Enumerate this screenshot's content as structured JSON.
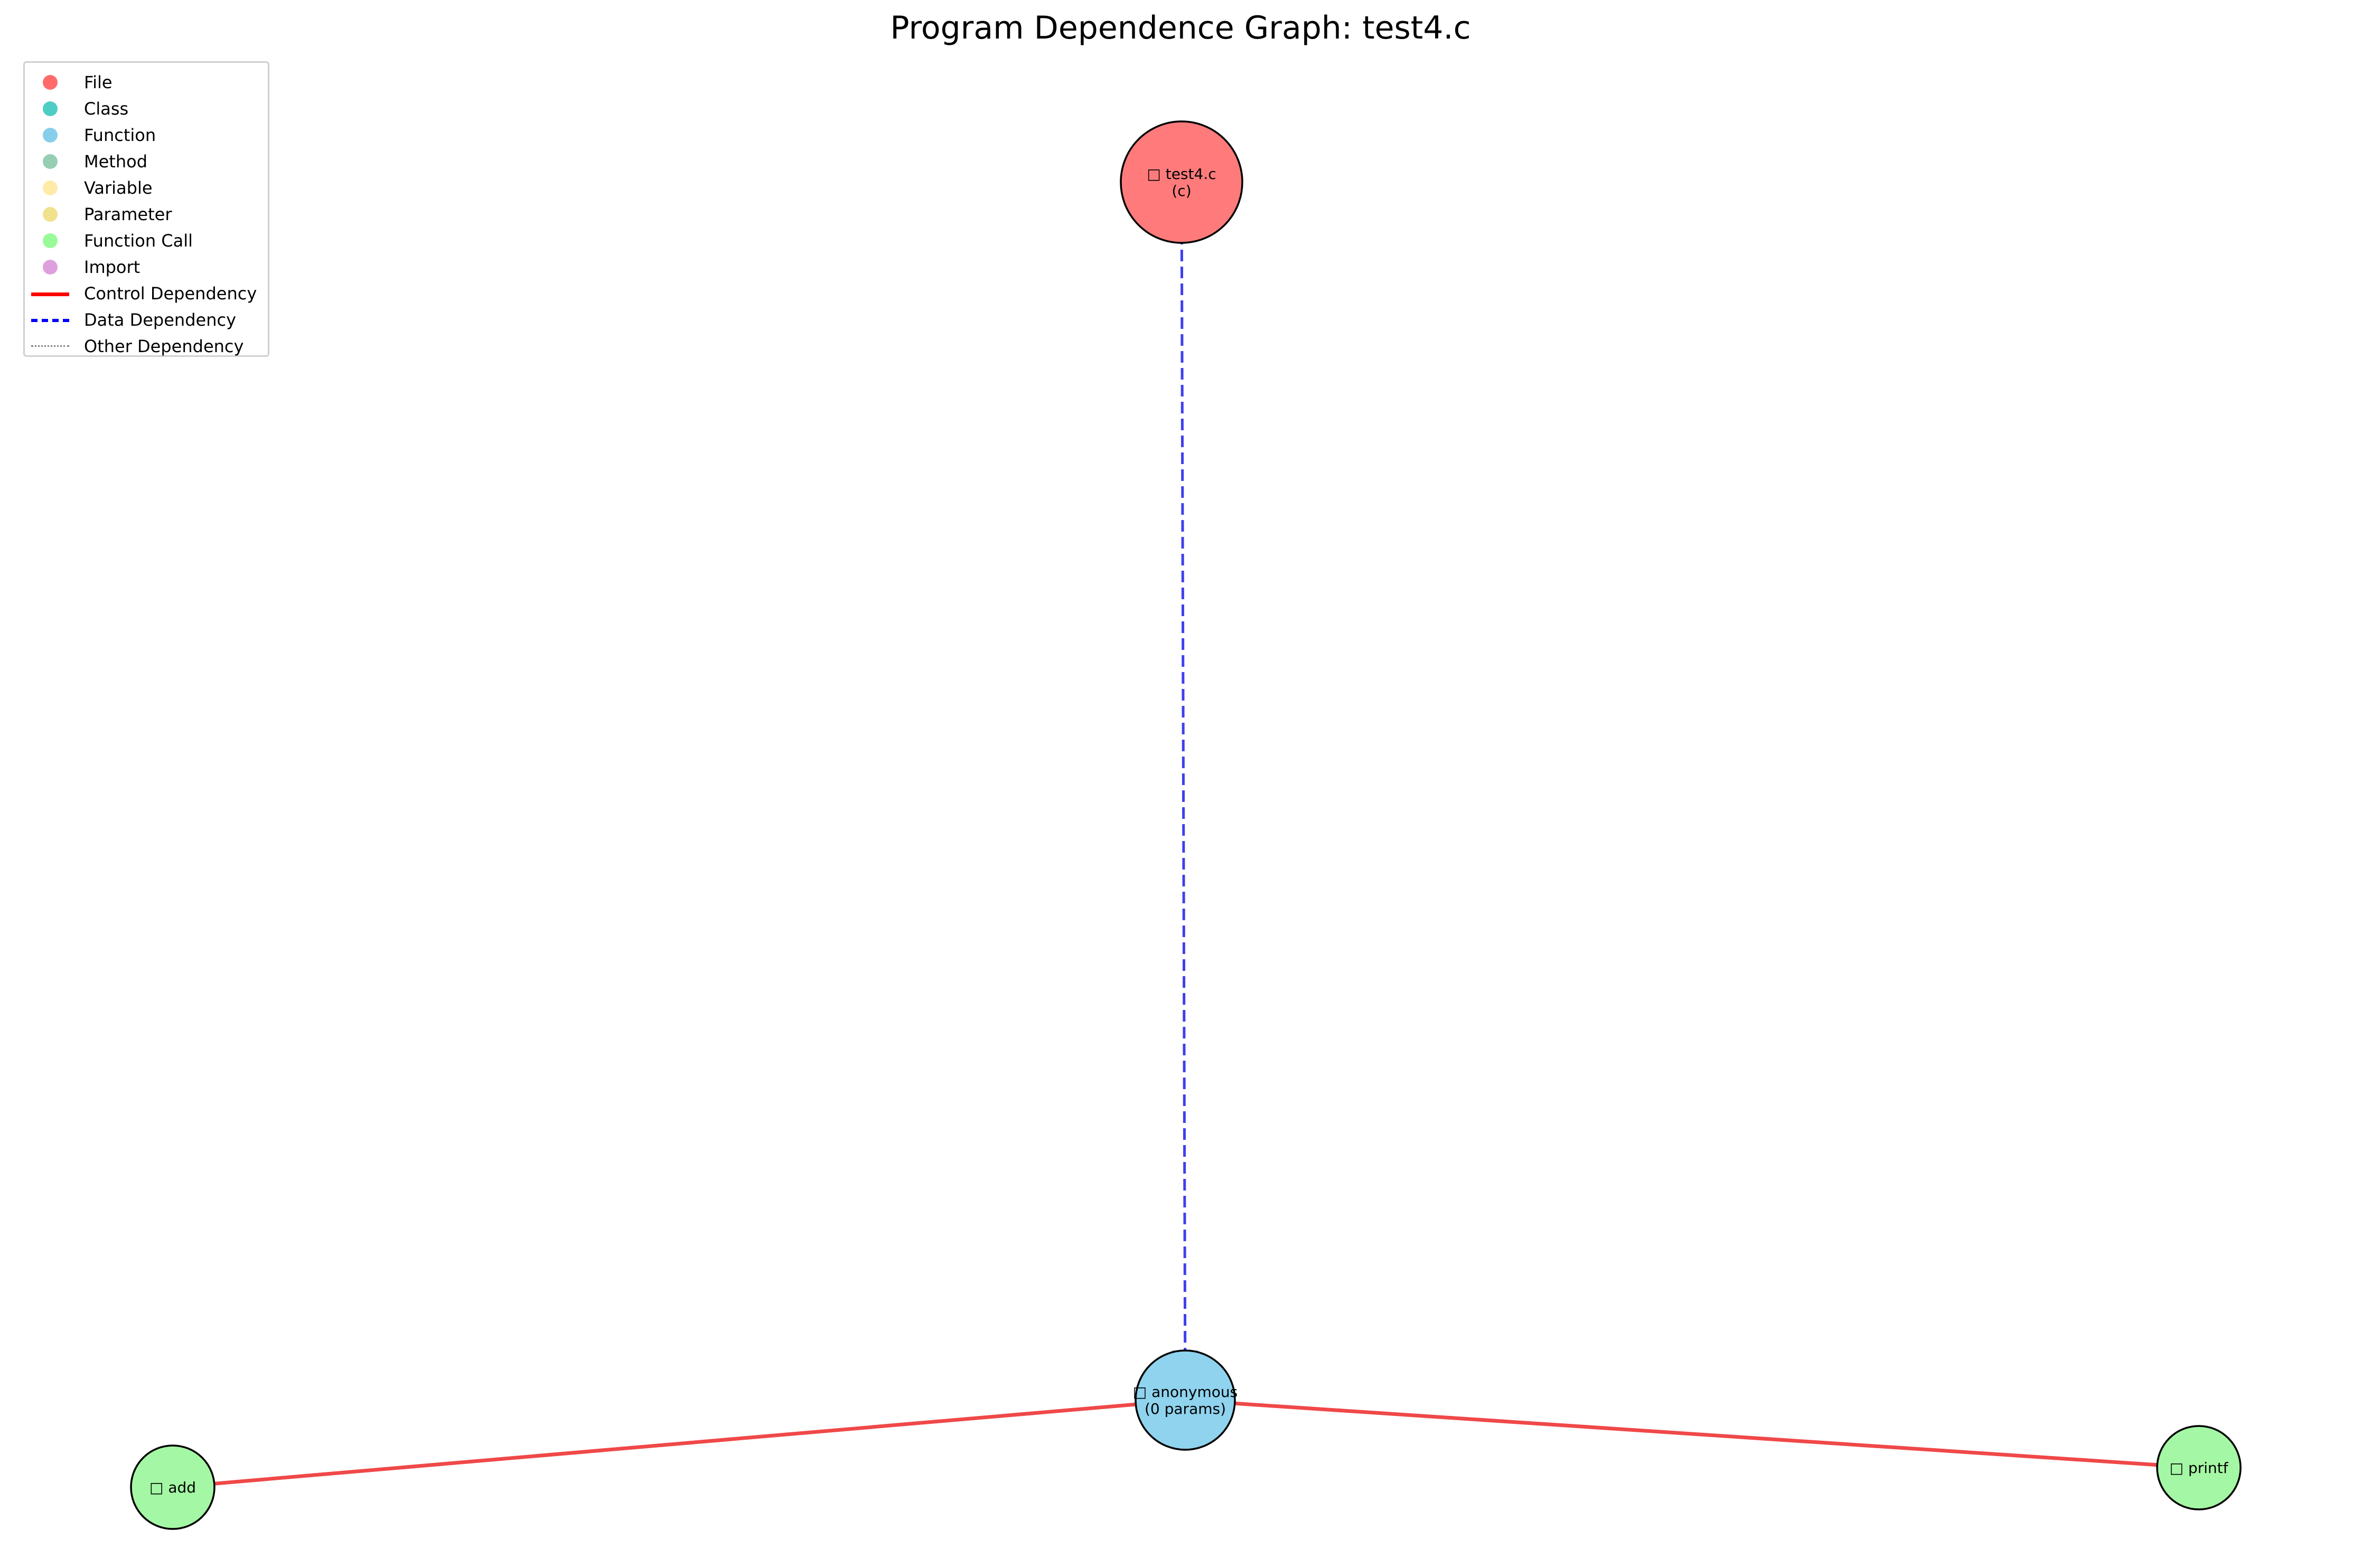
{
  "title": "Program Dependence Graph: test4.c",
  "legend": {
    "items": [
      {
        "label": "File",
        "kind": "marker",
        "color": "#ff6b6b"
      },
      {
        "label": "Class",
        "kind": "marker",
        "color": "#4ecdc4"
      },
      {
        "label": "Function",
        "kind": "marker",
        "color": "#87ceeb"
      },
      {
        "label": "Method",
        "kind": "marker",
        "color": "#96ceb4"
      },
      {
        "label": "Variable",
        "kind": "marker",
        "color": "#ffeaa7"
      },
      {
        "label": "Parameter",
        "kind": "marker",
        "color": "#f0e18c"
      },
      {
        "label": "Function Call",
        "kind": "marker",
        "color": "#98fb98"
      },
      {
        "label": "Import",
        "kind": "marker",
        "color": "#dda0dd"
      },
      {
        "label": "Control Dependency",
        "kind": "line",
        "color": "#ff0000",
        "style": "solid"
      },
      {
        "label": "Data Dependency",
        "kind": "line",
        "color": "#0000ff",
        "style": "dashed"
      },
      {
        "label": "Other Dependency",
        "kind": "line",
        "color": "#808080",
        "style": "dotted"
      }
    ]
  },
  "graph": {
    "nodes": [
      {
        "id": "file",
        "lines": [
          "□ test4.c",
          "(c)"
        ],
        "type": "File",
        "color": "#ff7b7b"
      },
      {
        "id": "anon",
        "lines": [
          "□ anonymous",
          "(0 params)"
        ],
        "type": "Function",
        "color": "#8fd3ee"
      },
      {
        "id": "add",
        "lines": [
          "□ add"
        ],
        "type": "Function Call",
        "color": "#a4f7a4"
      },
      {
        "id": "printf",
        "lines": [
          "□ printf"
        ],
        "type": "Function Call",
        "color": "#a4f7a4"
      }
    ],
    "edges": [
      {
        "from": "file",
        "to": "anon",
        "type": "Data Dependency",
        "color": "#3f3fee",
        "style": "dashed",
        "arrow": true
      },
      {
        "from": "anon",
        "to": "add",
        "type": "Control Dependency",
        "color": "#f04848",
        "style": "solid",
        "arrow": false
      },
      {
        "from": "anon",
        "to": "printf",
        "type": "Control Dependency",
        "color": "#f04848",
        "style": "solid",
        "arrow": false
      }
    ]
  }
}
